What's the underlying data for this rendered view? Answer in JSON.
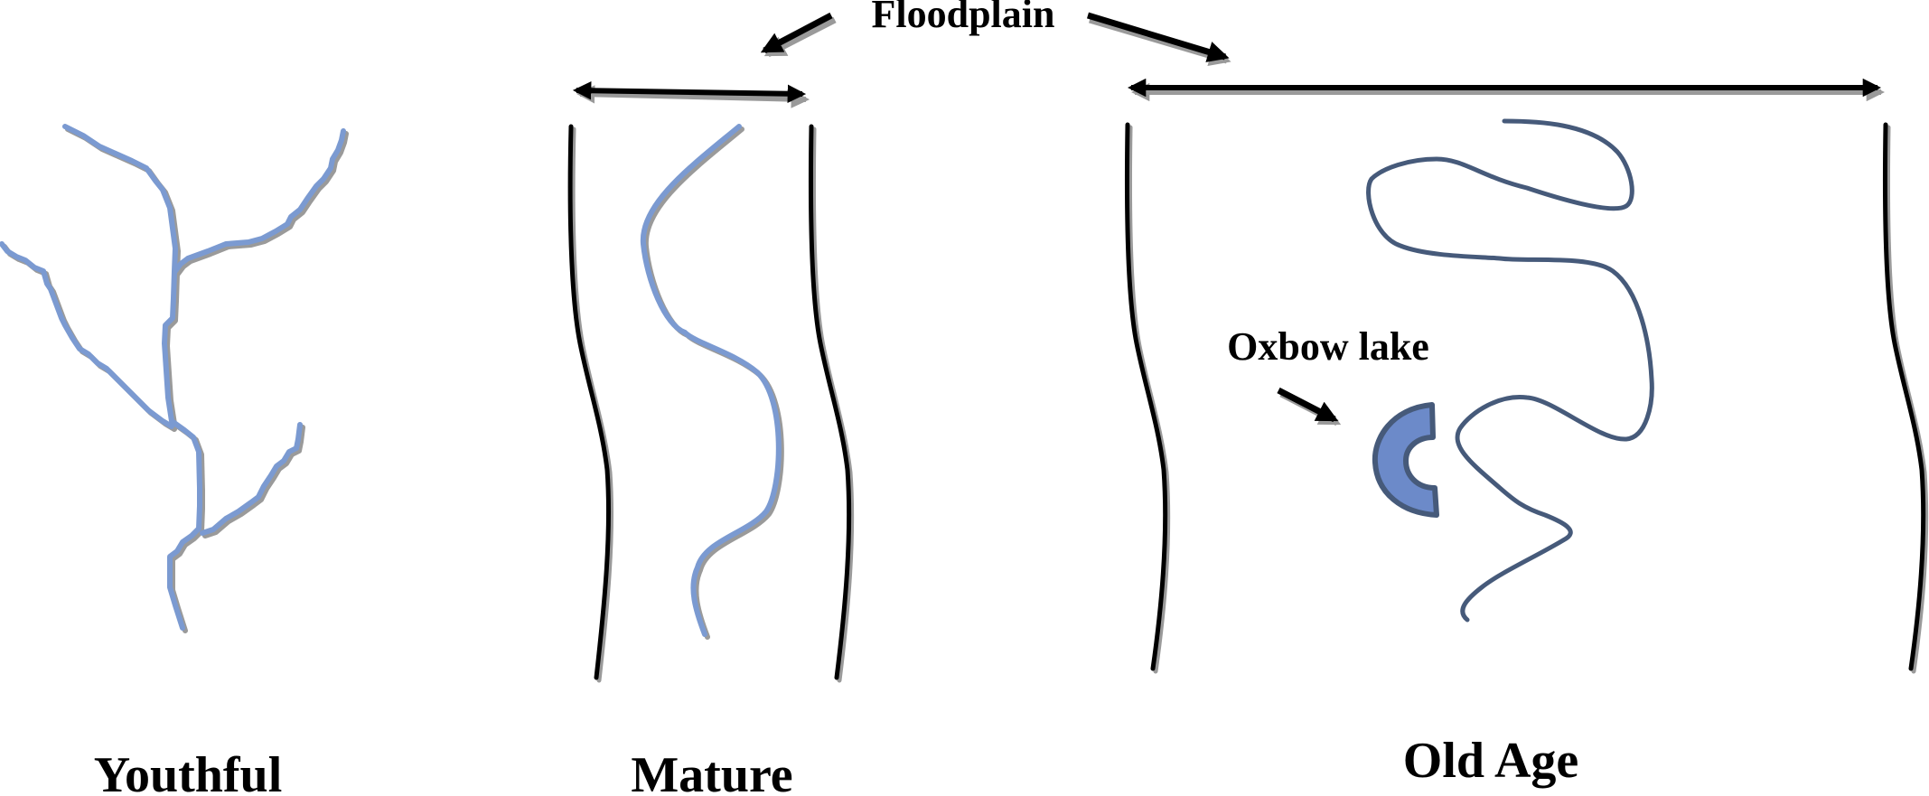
{
  "labels": {
    "floodplain": "Floodplain",
    "oxbow_lake": "Oxbow lake"
  },
  "stages": [
    {
      "id": "youthful",
      "label": "Youthful"
    },
    {
      "id": "mature",
      "label": "Mature"
    },
    {
      "id": "old_age",
      "label": "Old Age"
    }
  ],
  "colors": {
    "river_light": "#7b9ad1",
    "river_dark": "#465a7a",
    "oxbow_fill": "#6c8ac9",
    "valley_wall": "#000000",
    "shadow": "#9a9a9a",
    "arrow": "#000000"
  }
}
